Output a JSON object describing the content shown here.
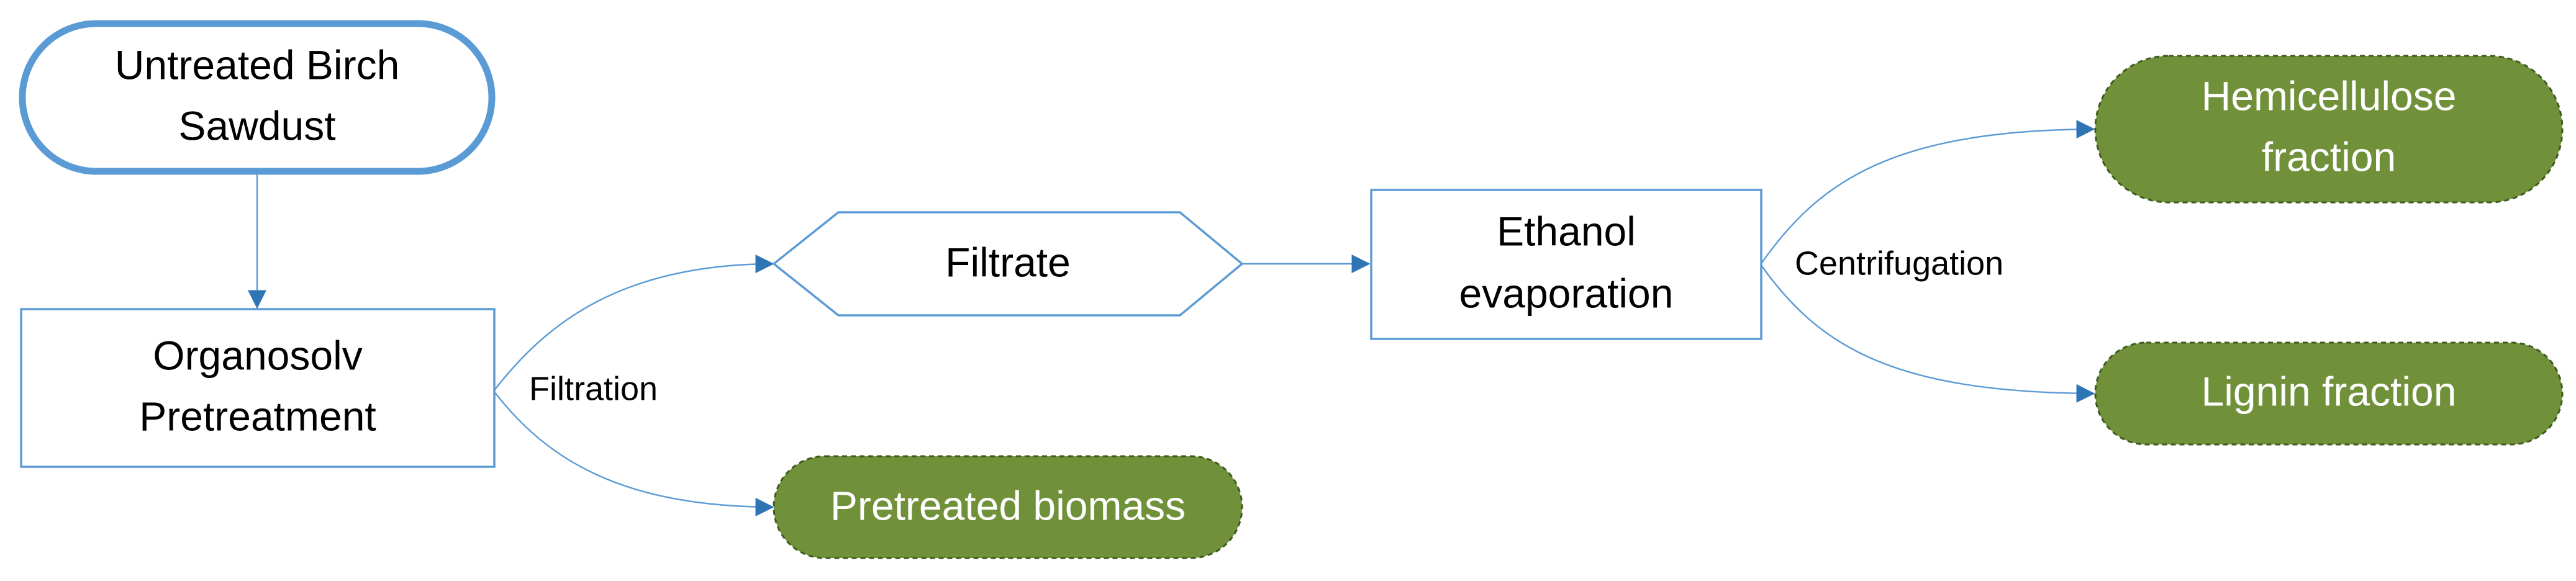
{
  "colors": {
    "outline_blue": "#5b9bd5",
    "arrow_blue": "#2e75b6",
    "product_green": "#70913a",
    "product_border": "#3f5a1f",
    "text_dark": "#000000",
    "text_light": "#ffffff"
  },
  "nodes": {
    "start": {
      "line1": "Untreated Birch",
      "line2": "Sawdust"
    },
    "organosolv": {
      "line1": "Organosolv",
      "line2": "Pretreatment"
    },
    "filtrate": {
      "label": "Filtrate"
    },
    "biomass": {
      "label": "Pretreated biomass"
    },
    "evaporation": {
      "line1": "Ethanol",
      "line2": "evaporation"
    },
    "hemicellulose": {
      "line1": "Hemicellulose",
      "line2": "fraction"
    },
    "lignin": {
      "label": "Lignin fraction"
    }
  },
  "edges": {
    "filtration": "Filtration",
    "centrifugation": "Centrifugation"
  }
}
